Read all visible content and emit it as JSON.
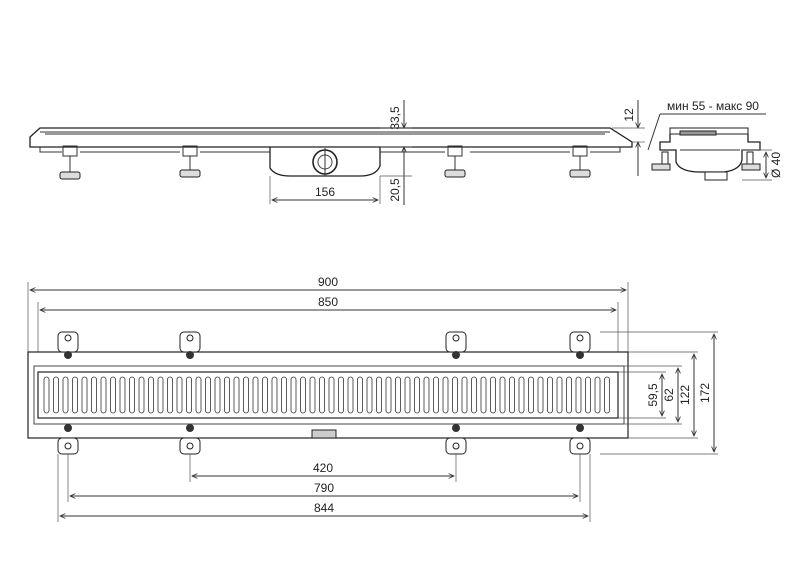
{
  "side_view": {
    "height_top": "33,5",
    "height_bottom": "20,5",
    "outlet_distance": "156",
    "profile_thickness": "12",
    "adjust_range": "мин 55 - макс 90",
    "outlet_diameter": "Ø 40"
  },
  "plan_view": {
    "overall_length": "900",
    "frame_length": "850",
    "leg_spacing_inner": "420",
    "leg_spacing_outer": "790",
    "flange_length": "844",
    "grate_width": "59,5",
    "channel_width": "62",
    "frame_width": "122",
    "overall_width": "172"
  }
}
